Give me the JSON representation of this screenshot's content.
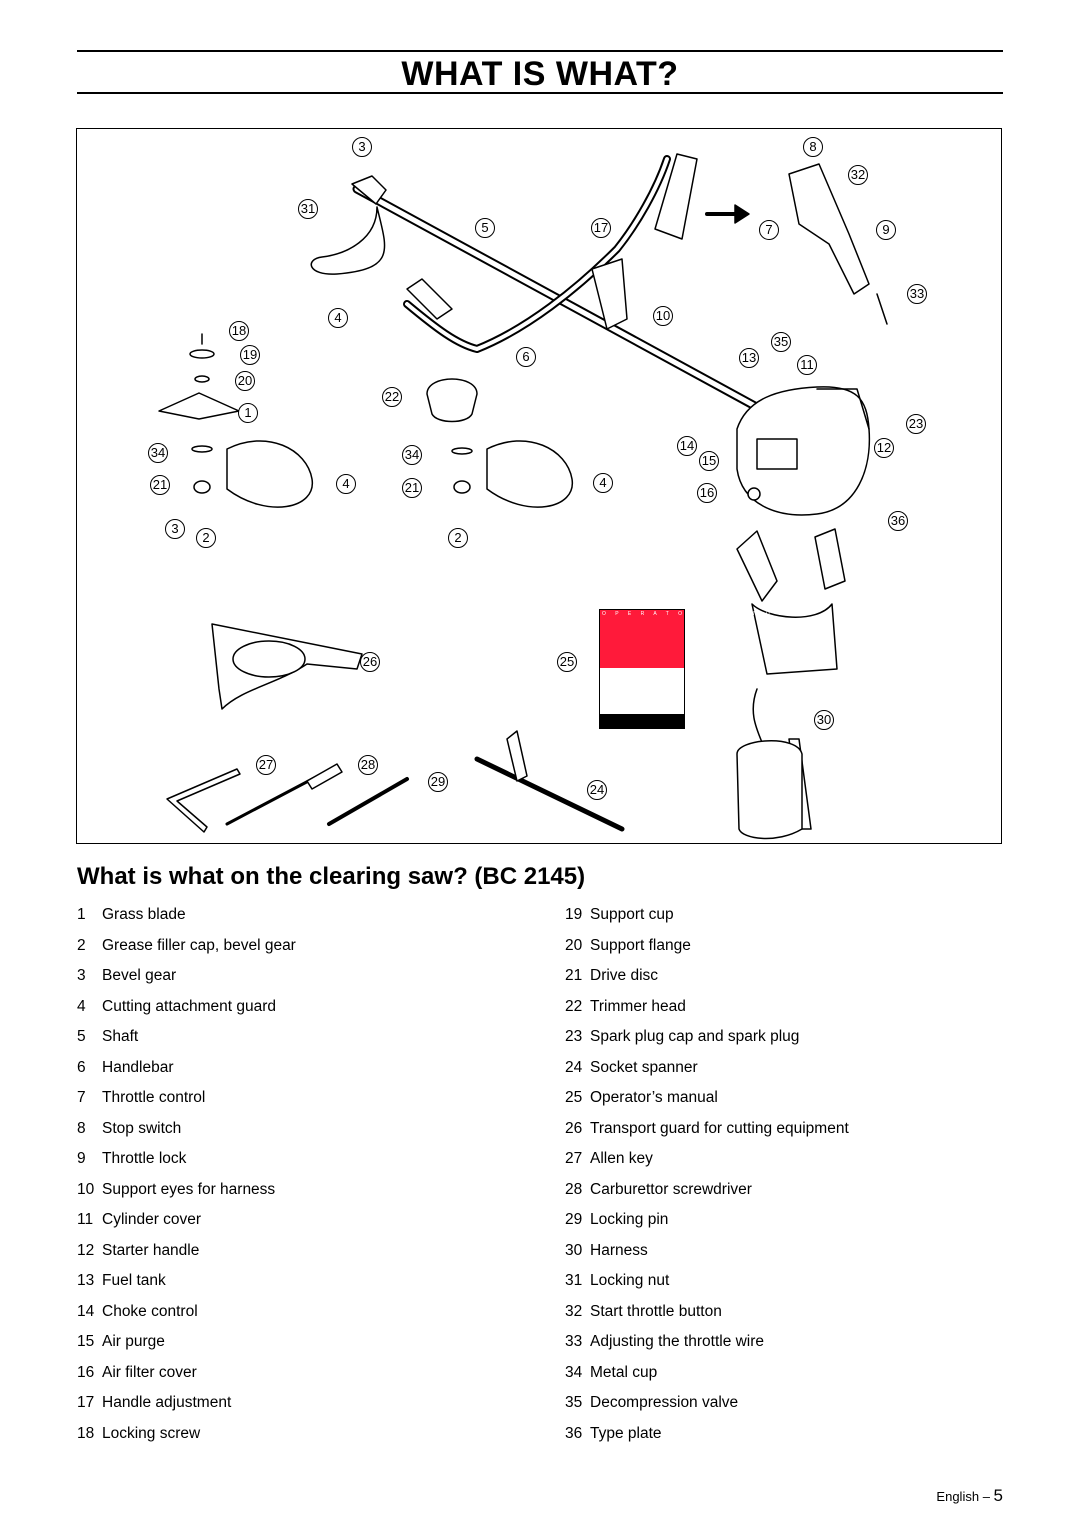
{
  "page_title": "WHAT IS WHAT?",
  "figure": {
    "callouts": [
      "3",
      "31",
      "5",
      "17",
      "4",
      "10",
      "8",
      "32",
      "7",
      "9",
      "33",
      "35",
      "13",
      "11",
      "18",
      "19",
      "20",
      "1",
      "6",
      "22",
      "23",
      "14",
      "15",
      "12",
      "34",
      "34",
      "21",
      "21",
      "4",
      "4",
      "16",
      "36",
      "3",
      "2",
      "2",
      "26",
      "25",
      "30",
      "27",
      "28",
      "29",
      "24"
    ],
    "manual_cover_text": "O P E R A T O R ' S   M A N U A L"
  },
  "section_heading": "What is what on the clearing saw? (BC 2145)",
  "parts_left": [
    {
      "num": "1",
      "label": "Grass blade"
    },
    {
      "num": "2",
      "label": "Grease filler cap, bevel gear"
    },
    {
      "num": "3",
      "label": "Bevel gear"
    },
    {
      "num": "4",
      "label": "Cutting attachment guard"
    },
    {
      "num": "5",
      "label": "Shaft"
    },
    {
      "num": "6",
      "label": "Handlebar"
    },
    {
      "num": "7",
      "label": "Throttle control"
    },
    {
      "num": "8",
      "label": "Stop switch"
    },
    {
      "num": "9",
      "label": "Throttle lock"
    },
    {
      "num": "10",
      "label": "Support eyes for harness"
    },
    {
      "num": "11",
      "label": "Cylinder cover"
    },
    {
      "num": "12",
      "label": "Starter handle"
    },
    {
      "num": "13",
      "label": "Fuel tank"
    },
    {
      "num": "14",
      "label": "Choke control"
    },
    {
      "num": "15",
      "label": "Air purge"
    },
    {
      "num": "16",
      "label": "Air filter cover"
    },
    {
      "num": "17",
      "label": "Handle adjustment"
    },
    {
      "num": "18",
      "label": "Locking screw"
    }
  ],
  "parts_right": [
    {
      "num": "19",
      "label": "Support cup"
    },
    {
      "num": "20",
      "label": "Support flange"
    },
    {
      "num": "21",
      "label": "Drive disc"
    },
    {
      "num": "22",
      "label": "Trimmer head"
    },
    {
      "num": "23",
      "label": "Spark plug cap and spark plug"
    },
    {
      "num": "24",
      "label": "Socket spanner"
    },
    {
      "num": "25",
      "label": "Operator’s manual"
    },
    {
      "num": "26",
      "label": "Transport guard for cutting equipment"
    },
    {
      "num": "27",
      "label": "Allen key"
    },
    {
      "num": "28",
      "label": "Carburettor screwdriver"
    },
    {
      "num": "29",
      "label": "Locking pin"
    },
    {
      "num": "30",
      "label": "Harness"
    },
    {
      "num": "31",
      "label": "Locking nut"
    },
    {
      "num": "32",
      "label": "Start throttle button"
    },
    {
      "num": "33",
      "label": "Adjusting the throttle wire"
    },
    {
      "num": "34",
      "label": "Metal cup"
    },
    {
      "num": "35",
      "label": "Decompression valve"
    },
    {
      "num": "36",
      "label": "Type plate"
    }
  ],
  "footer": {
    "language": "English",
    "page_number": "5"
  }
}
